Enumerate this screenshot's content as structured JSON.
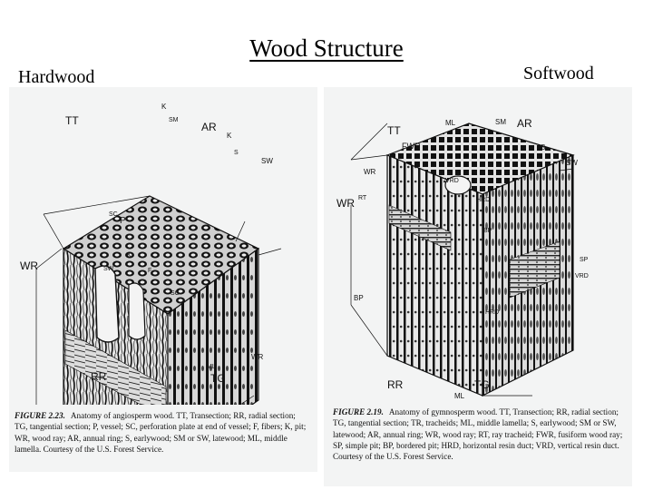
{
  "title": "Wood Structure",
  "hardwood_label": "Hardwood",
  "softwood_label": "Softwood",
  "hardwood_figure": {
    "labels": {
      "tt": "TT",
      "k1": "K",
      "sm": "SM",
      "ar": "AR",
      "k2": "K",
      "s": "S",
      "sw": "SW",
      "sc": "SC",
      "p": "P",
      "k3": "K",
      "f": "F",
      "wr": "WR",
      "sw2": "SW",
      "sc2": "SC",
      "wr2": "WR",
      "rr": "RR",
      "ml": "ML",
      "tg": "TG"
    },
    "caption_number": "FIGURE 2.23.",
    "caption_text": "Anatomy of angiosperm wood. TT, Transection; RR, radial section; TG, tangential section; P, vessel; SC, perforation plate at end of vessel; F, fibers; K, pit; WR, wood ray; AR, annual ring; S, earlywood; SM or SW, latewood; ML, middle lamella. Courtesy of the U.S. Forest Service."
  },
  "softwood_figure": {
    "labels": {
      "tt": "TT",
      "ml": "ML",
      "sm": "SM",
      "ar": "AR",
      "fwr": "FWR",
      "s": "S",
      "sw": "SW",
      "wr": "WR",
      "vrd": "VRD",
      "wr2": "WR",
      "rt": "RT",
      "hrd": "HRD",
      "bp": "BP",
      "sp": "SP",
      "bp2": "BP",
      "hrd2": "HRD",
      "vrd2": "VRD",
      "rr": "RR",
      "tg": "TG",
      "ml2": "ML"
    },
    "caption_number": "FIGURE 2.19.",
    "caption_text": "Anatomy of gymnosperm wood. TT, Transection; RR, radial section; TG, tangential section; TR, tracheids; ML, middle lamella; S, earlywood; SM or SW, latewood; AR, annual ring; WR, wood ray; RT, ray tracheid; FWR, fusiform wood ray; SP, simple pit; BP, bordered pit; HRD, horizontal resin duct; VRD, vertical resin duct. Courtesy of the U.S. Forest Service."
  }
}
